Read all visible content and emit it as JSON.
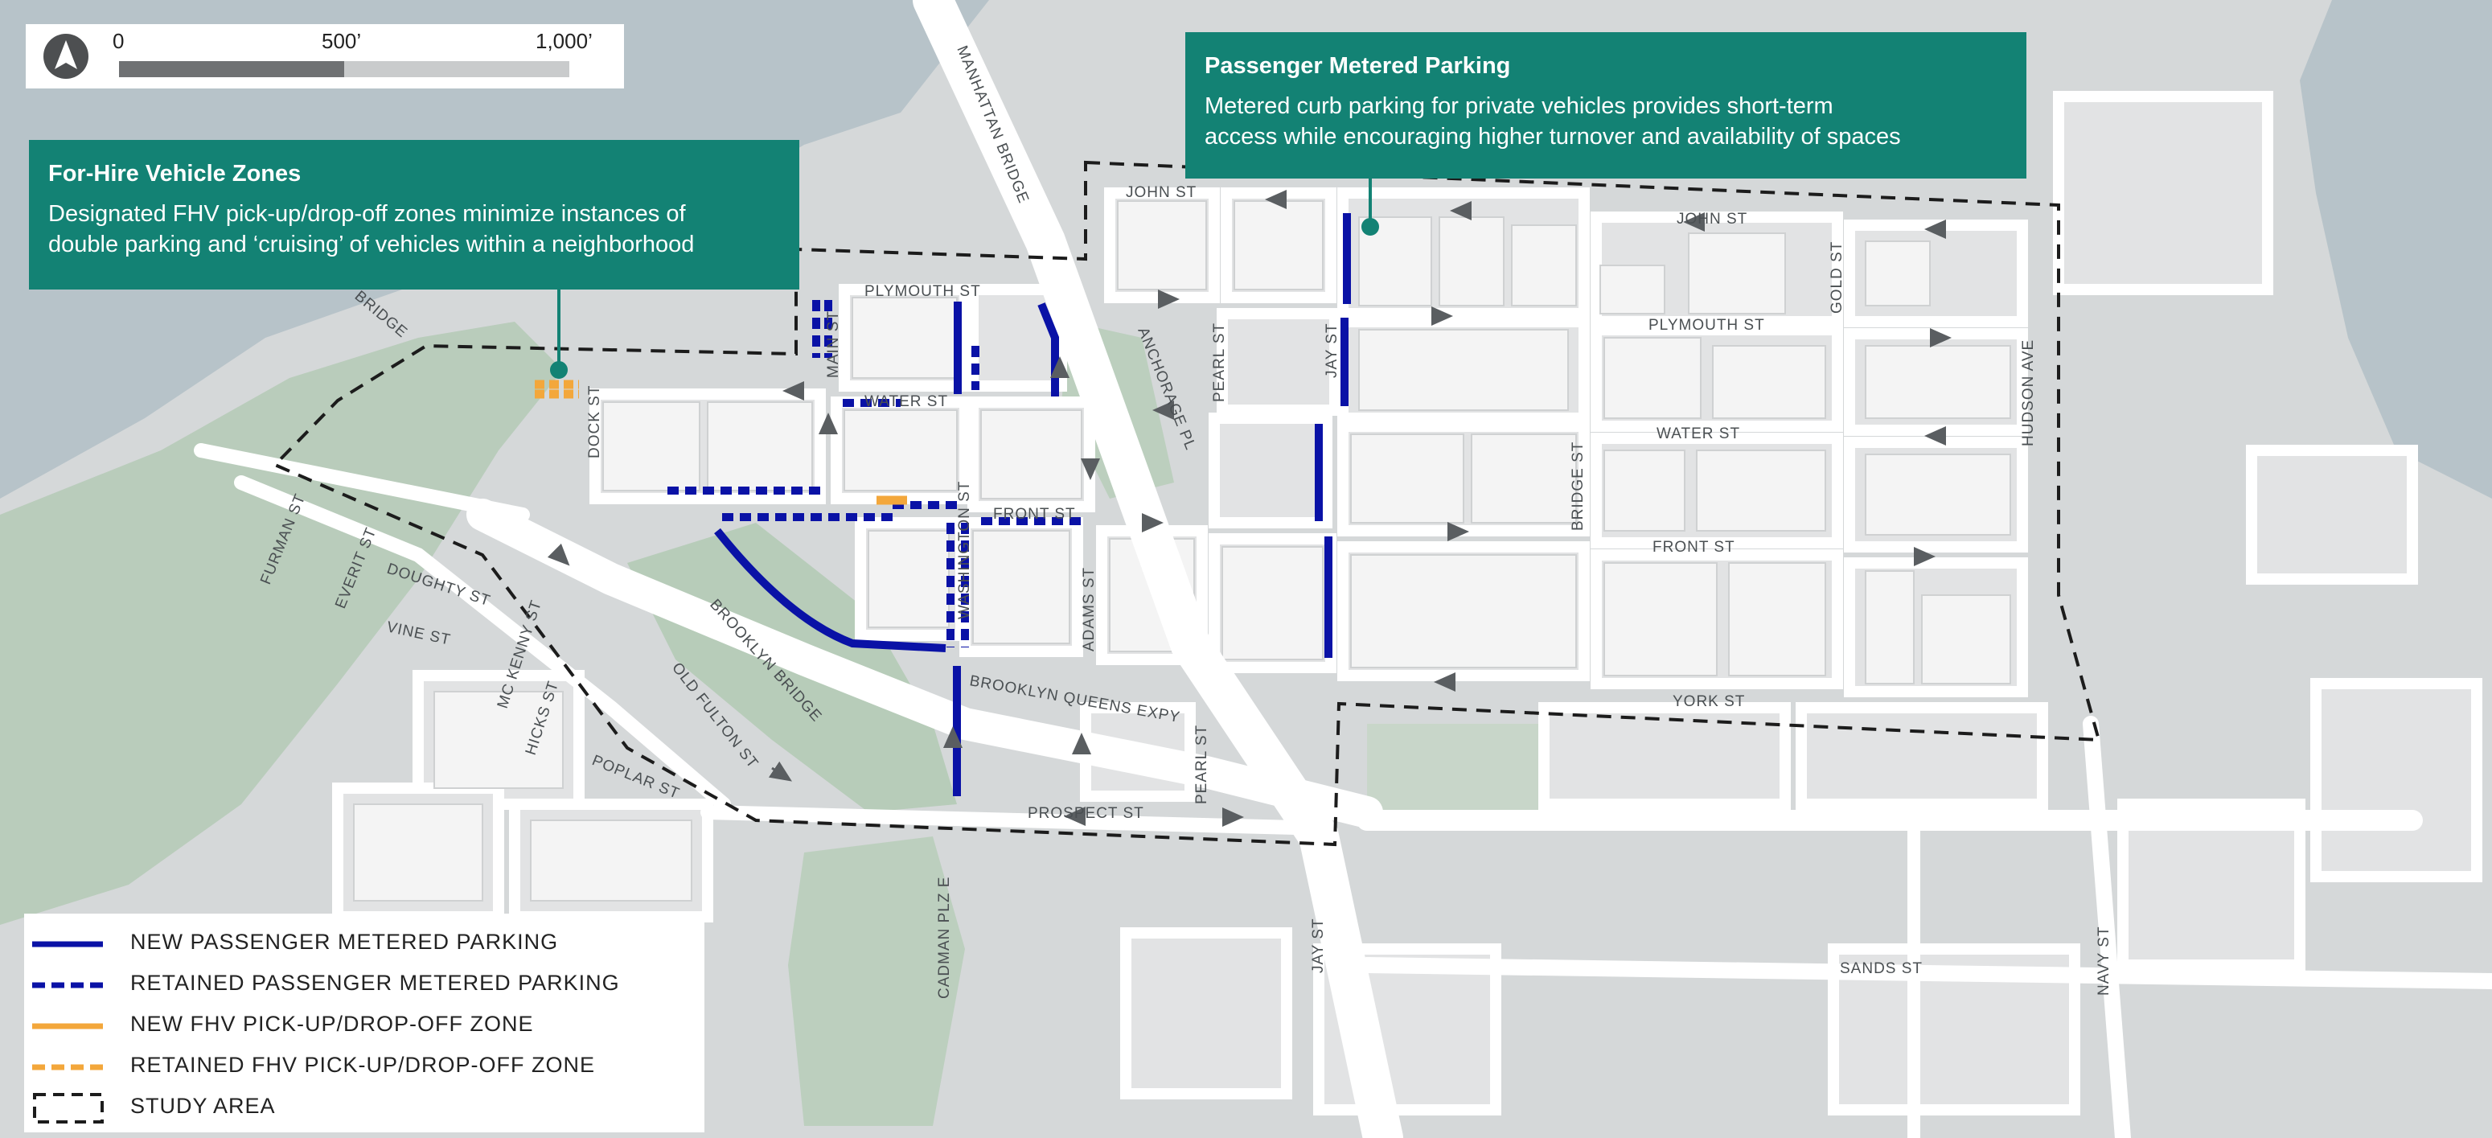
{
  "colors": {
    "background": "#cfd2d3",
    "water": "#b7c3c9",
    "park": "#b7ccb9",
    "block": "#dfe0e1",
    "building": "#f2f2f2",
    "street": "#ffffff",
    "new_meter": "#0a12a6",
    "fhv": "#f3a73b",
    "callout_bg": "#138274",
    "arrow": "#5a5e61"
  },
  "scale_bar": {
    "icon": "north-arrow-icon",
    "ticks": [
      "0",
      "500’",
      "1,000’"
    ]
  },
  "callouts": {
    "parking": {
      "title": "Passenger Metered Parking",
      "line1": "Metered curb parking for private vehicles provides short-term",
      "line2": "access while encouraging higher turnover and availability of spaces"
    },
    "fhv": {
      "title": "For-Hire Vehicle Zones",
      "line1": "Designated FHV pick-up/drop-off zones minimize instances of",
      "line2": "double parking and ‘cruising’ of vehicles within a neighborhood"
    }
  },
  "legend": {
    "items": [
      {
        "symbol": "solid-blue",
        "label": "NEW PASSENGER METERED PARKING"
      },
      {
        "symbol": "dashed-blue",
        "label": "RETAINED PASSENGER METERED PARKING"
      },
      {
        "symbol": "solid-orange",
        "label": "NEW FHV PICK-UP/DROP-OFF ZONE"
      },
      {
        "symbol": "dashed-orange",
        "label": "RETAINED FHV PICK-UP/DROP-OFF ZONE"
      },
      {
        "symbol": "dashed-black",
        "label": "STUDY AREA"
      }
    ]
  },
  "streets": {
    "manhattan_bridge": "MANHATTAN BRIDGE",
    "john_st_w": "JOHN ST",
    "john_st_e": "JOHN ST",
    "plymouth_st_w": "PLYMOUTH ST",
    "plymouth_st_e": "PLYMOUTH ST",
    "water_st_w": "WATER ST",
    "water_st_e": "WATER ST",
    "front_st_w": "FRONT ST",
    "front_st_e": "FRONT ST",
    "york_st": "YORK ST",
    "main_st": "MAIN ST",
    "dock_st": "DOCK ST",
    "washington_st": "WASHINGTON ST",
    "adams_st": "ADAMS ST",
    "anchorage_pl": "ANCHORAGE PL",
    "pearl_st_n": "PEARL ST",
    "pearl_st_s": "PEARL ST",
    "jay_st_n": "JAY ST",
    "jay_st_s": "JAY ST",
    "bridge_st": "BRIDGE ST",
    "gold_st": "GOLD ST",
    "hudson_ave": "HUDSON AVE",
    "furman_st": "FURMAN ST",
    "everit_st": "EVERIT ST",
    "doughty_st": "DOUGHTY ST",
    "vine_st": "VINE ST",
    "mc_kenny_st": "MC KENNY ST",
    "hicks_st": "HICKS ST",
    "old_fulton_st": "OLD FULTON ST",
    "brooklyn_bridge": "BROOKLYN BRIDGE",
    "brooklyn_queens_expy": "BROOKLYN QUEENS EXPY",
    "poplar_st": "POPLAR ST",
    "prospect_st": "PROSPECT ST",
    "cadman_plz_e": "CADMAN PLZ E",
    "sands_st": "SANDS ST",
    "navy_st": "NAVY ST",
    "bridge_partial": "BRIDGE"
  }
}
